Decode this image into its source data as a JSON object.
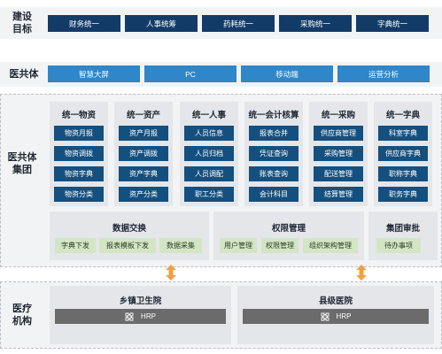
{
  "sections": {
    "goals": "建设\n目标",
    "platform": "医共体",
    "group": "医共体\n集团",
    "institutions": "医疗\n机构"
  },
  "goals": [
    "财务统一",
    "人事统筹",
    "药耗统一",
    "采购统一",
    "字典统一"
  ],
  "platform_items": [
    "智慧大屏",
    "PC",
    "移动端",
    "运营分析"
  ],
  "columns": [
    {
      "title": "统一物资",
      "items": [
        "物资月报",
        "物资调拨",
        "物资字典",
        "物资分类"
      ]
    },
    {
      "title": "统一资产",
      "items": [
        "资产月报",
        "资产调拨",
        "资产字典",
        "资产分类"
      ]
    },
    {
      "title": "统一人事",
      "items": [
        "人员信息",
        "人员归档",
        "人员调配",
        "职工分类"
      ]
    },
    {
      "title": "统一会计核算",
      "items": [
        "报表合并",
        "凭证查询",
        "账表查询",
        "会计科目"
      ]
    },
    {
      "title": "统一采购",
      "items": [
        "供应商管理",
        "采购管理",
        "配送管理",
        "结算管理"
      ]
    },
    {
      "title": "统一字典",
      "items": [
        "科室字典",
        "供应商字典",
        "职称字典",
        "职务字典"
      ]
    }
  ],
  "panels": [
    {
      "title": "数据交换",
      "items": [
        "字典下发",
        "报表模板下发",
        "数据采集"
      ]
    },
    {
      "title": "权限管理",
      "items": [
        "用户管理",
        "权限管理",
        "组织架构管理"
      ]
    },
    {
      "title": "集团审批",
      "items": [
        "待办事项"
      ]
    }
  ],
  "hospitals": [
    {
      "name": "乡镇卫生院",
      "system": "HRP"
    },
    {
      "name": "县级医院",
      "system": "HRP"
    }
  ],
  "colors": {
    "navy": "#123b67",
    "platform_blue": "#2f86c8",
    "item_blue": "#14507f",
    "green": "#d3e6c4",
    "arrow": "#f0a044",
    "hrp": "#6b6b6b"
  }
}
